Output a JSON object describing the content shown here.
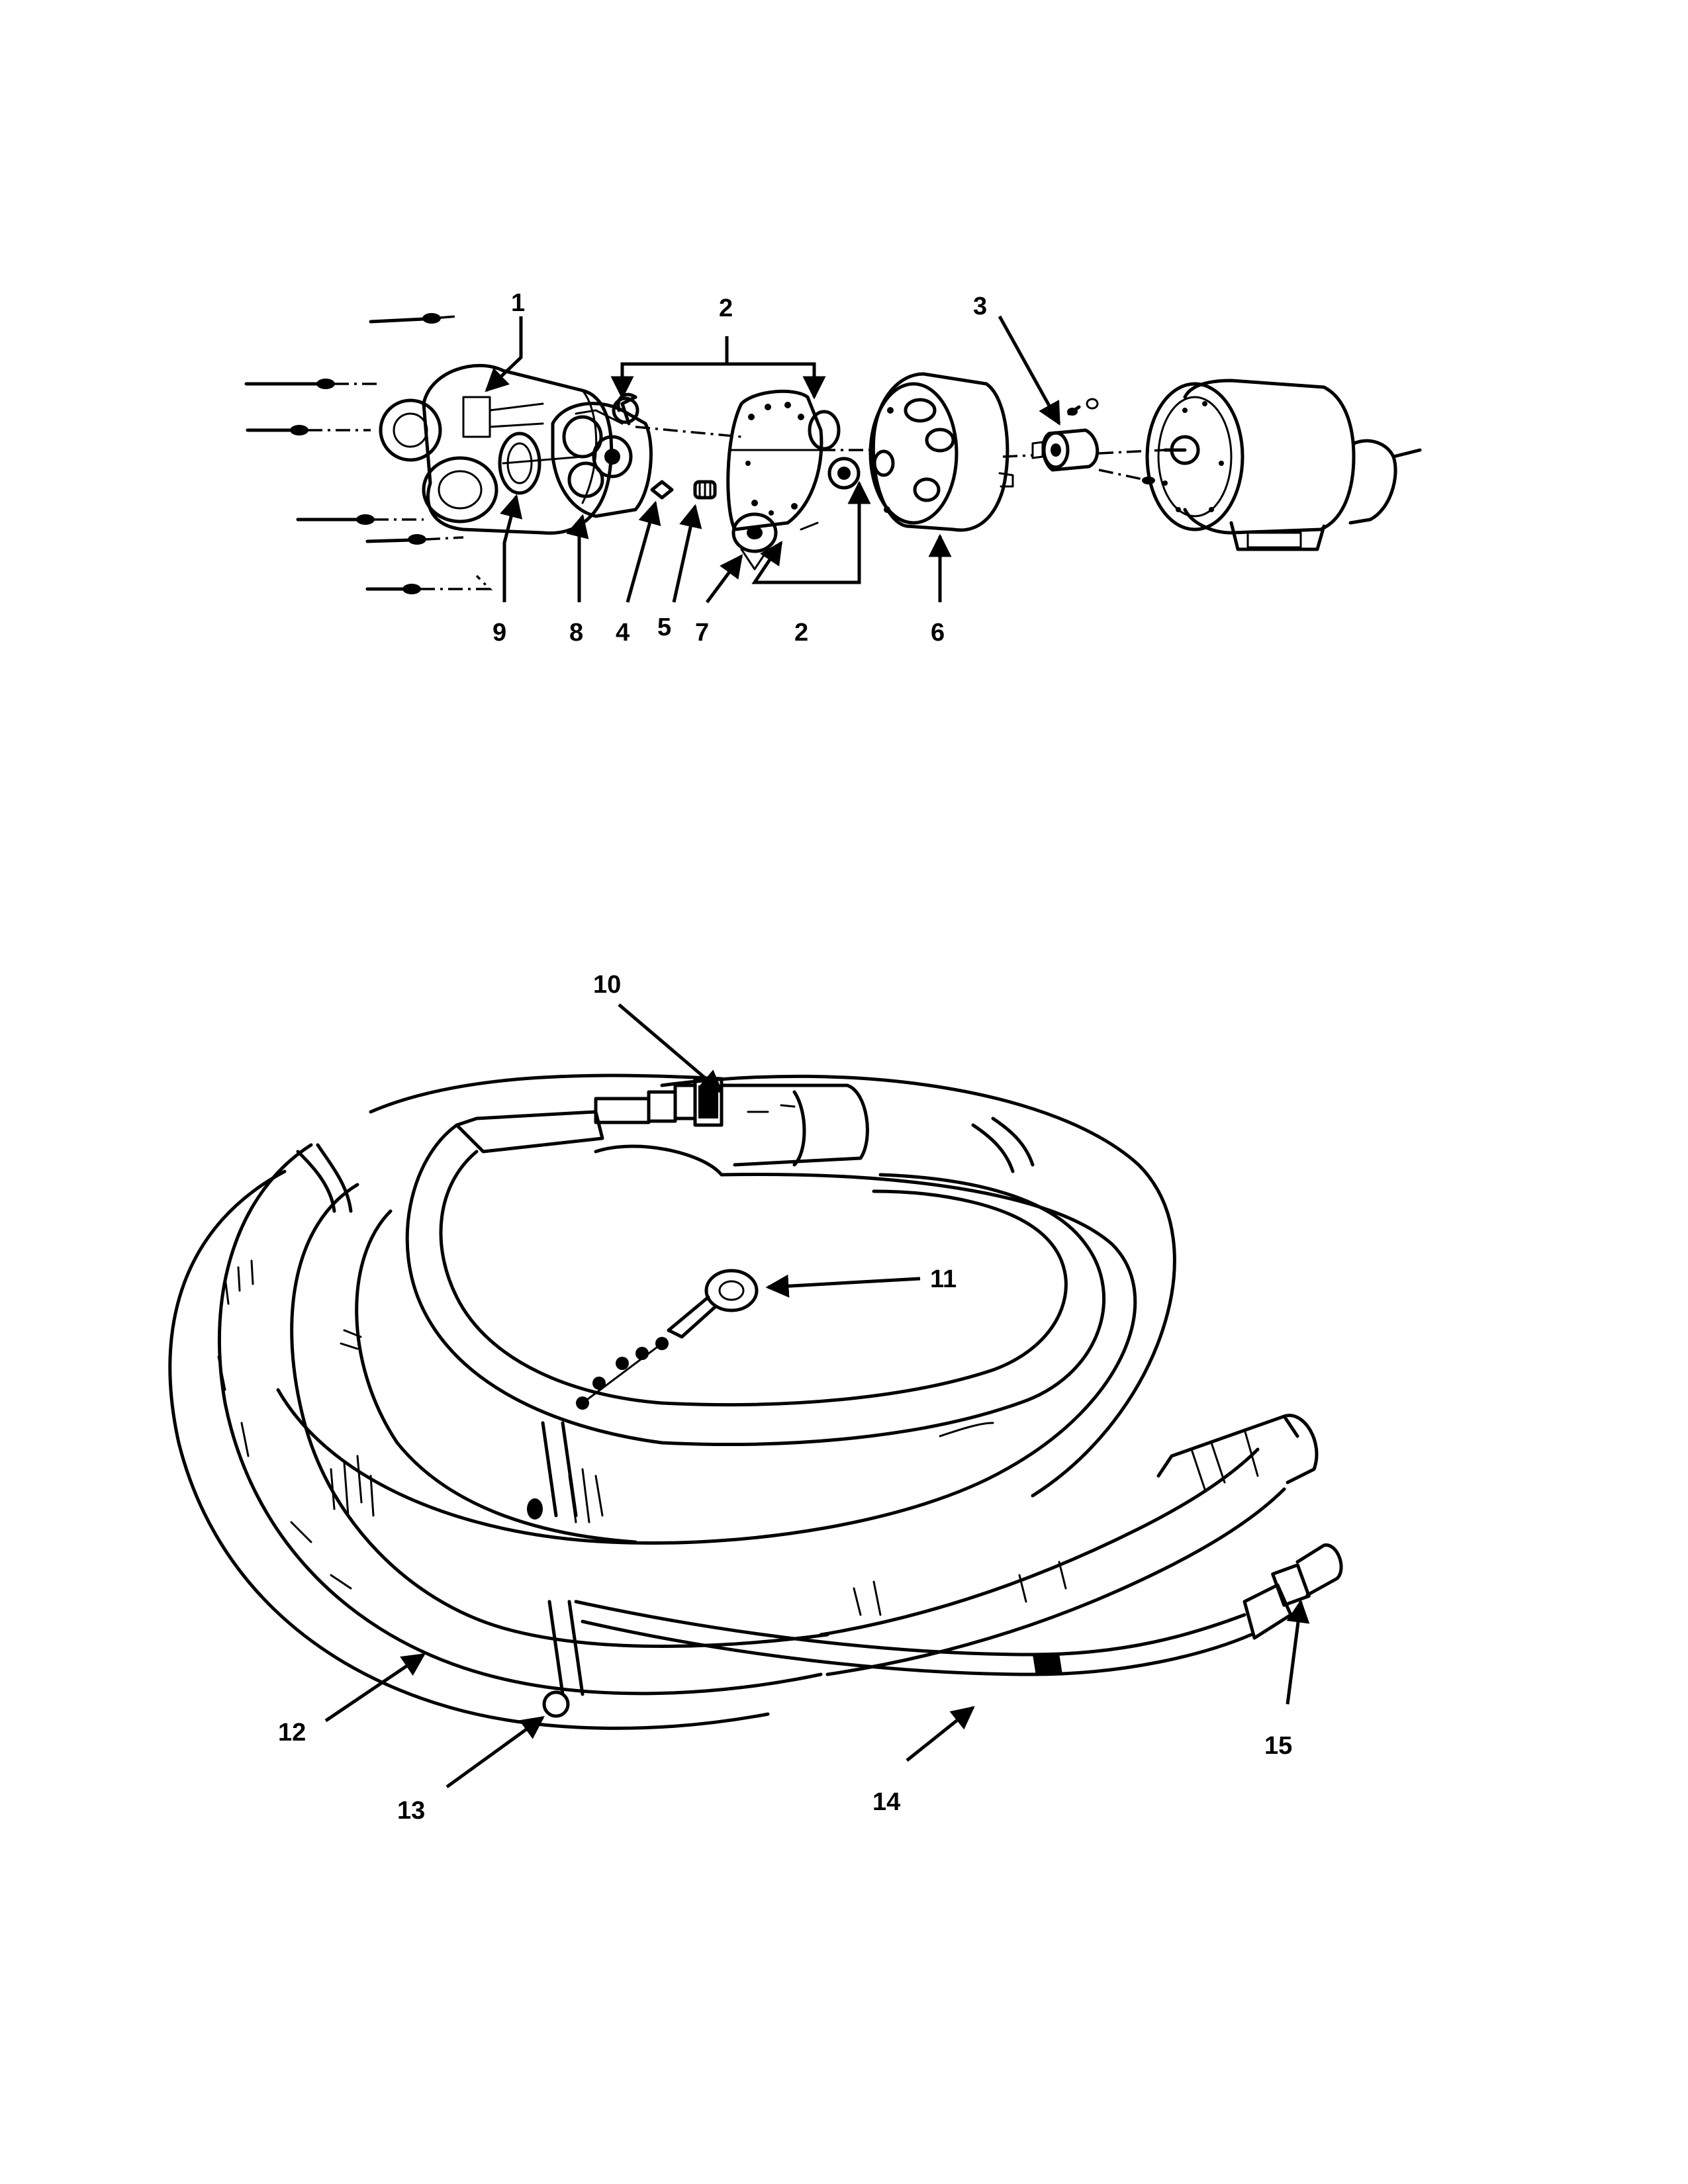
{
  "colors": {
    "ink": "#000000",
    "paper": "#ffffff"
  },
  "pump": {
    "callouts": {
      "c1": "1",
      "c2_top": "2",
      "c3": "3",
      "c2_bottom": "2",
      "c9": "9",
      "c8": "8",
      "c4": "4",
      "c5": "5",
      "c7": "7",
      "c6": "6"
    }
  },
  "hose": {
    "callouts": {
      "c10": "10",
      "c11": "11",
      "c12": "12",
      "c13": "13",
      "c14": "14",
      "c15": "15"
    }
  }
}
